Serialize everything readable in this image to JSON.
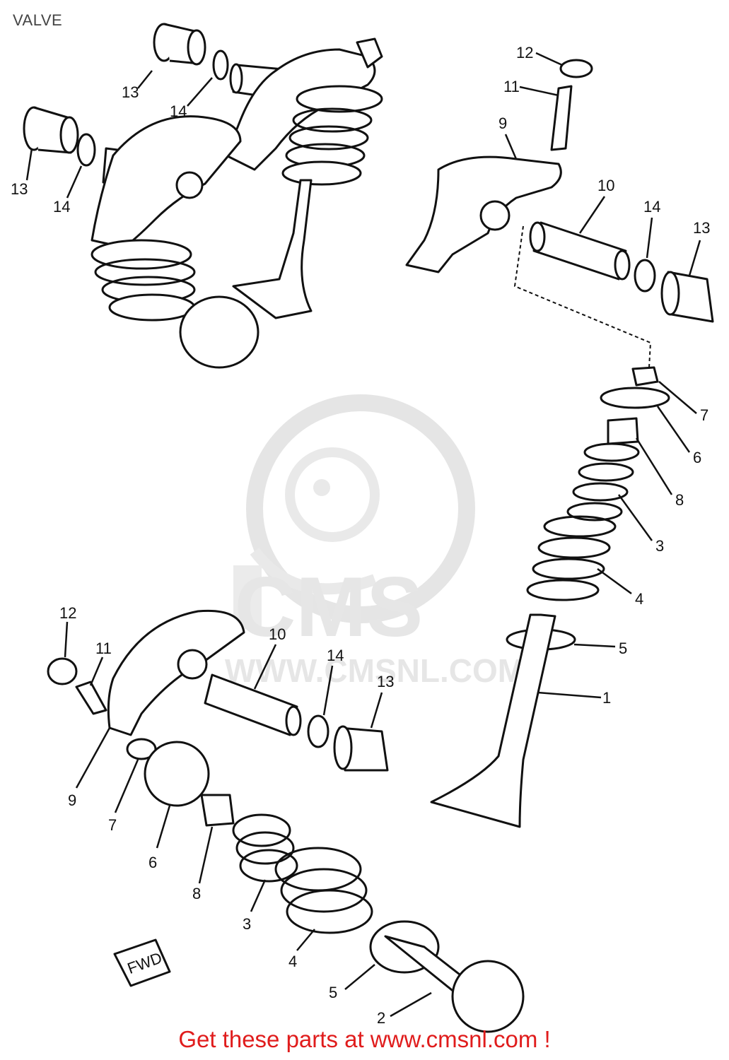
{
  "title": "VALVE",
  "watermark": {
    "brand": "CMS",
    "url": "WWW.CMSNL.COM"
  },
  "footer": "Get these parts at www.cmsnl.com !",
  "callouts": {
    "top_left": [
      "13",
      "14",
      "13",
      "14"
    ],
    "top_right": [
      "12",
      "11",
      "9",
      "10",
      "14",
      "13"
    ],
    "right_stack": [
      "7",
      "6",
      "8",
      "3",
      "4",
      "5",
      "1"
    ],
    "bottom_left": [
      "12",
      "11",
      "10",
      "14",
      "13",
      "9",
      "7",
      "6",
      "8",
      "3",
      "4",
      "5",
      "2"
    ]
  },
  "fwd_badge": "FWD",
  "colors": {
    "footer_text": "#e01c1c",
    "title_text": "#444444",
    "watermark": "#d6d6d6",
    "ink": "#111111"
  }
}
